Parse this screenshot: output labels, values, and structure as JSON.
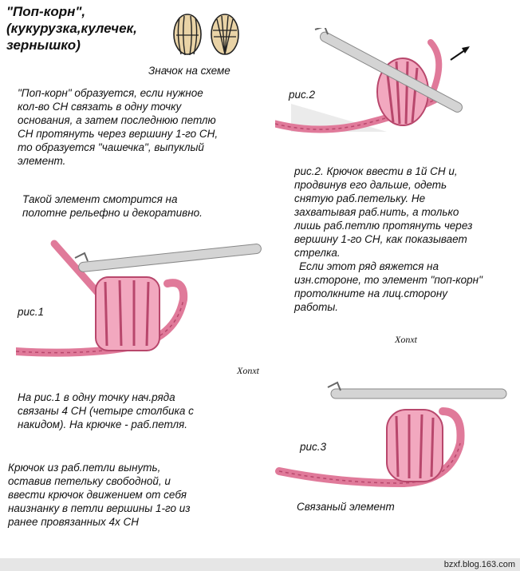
{
  "title": {
    "line1": "\"Поп-корн\",",
    "line2": "(кукурузка,кулечек,",
    "line3": "зернышко)"
  },
  "symbol_caption": "Значок  на схеме",
  "left_text": {
    "p1_l1": "\"Поп-корн\" образуется, если нужное",
    "p1_l2": "кол-во СН связать в одну точку",
    "p1_l3": "основания, а затем последнюю петлю",
    "p1_l4": "СН протянуть через вершину 1-го СН,",
    "p1_l5": "то образуется \"чашечка\", выпуклый",
    "p1_l6": "элемент.",
    "p2_l1": "Такой элемент смотрится на",
    "p2_l2": "полотне рельефно и декоративно.",
    "p3_l1": "На рис.1 в одну точку нач.ряда",
    "p3_l2": "связаны 4 СН (четыре столбика с",
    "p3_l3": "накидом). На крючке - раб.петля.",
    "p4_l1": "Крючок из раб.петли вынуть,",
    "p4_l2": "оставив петельку свободной, и",
    "p4_l3": "ввести крючок движением от себя",
    "p4_l4": "наизнанку в петли вершины 1-го из",
    "p4_l5": "ранее провязанных 4х СН"
  },
  "right_text": {
    "l1": "рис.2.  Крючок ввести в 1й СН и,",
    "l2": "продвинув его дальше, одеть",
    "l3": "снятую раб.петельку. Не",
    "l4": "захватывая раб.нить, а только",
    "l5": "лишь раб.петлю протянуть через",
    "l6": "вершину 1-го СН, как показывает",
    "l7": "стрелка.",
    "l8": "Если этот ряд вяжется на",
    "l9": "изн.стороне, то элемент \"поп-корн\"",
    "l10": "протолкните на лиц.сторону",
    "l11": "работы."
  },
  "figure_labels": {
    "fig1": "рис.1",
    "fig2": "рис.2",
    "fig3": "рис.3",
    "fig3_caption": "Связаный элемент"
  },
  "signatures": {
    "sig1": "Xonxt",
    "sig2": "Xonxt"
  },
  "footer": {
    "site": "bzxf.blog.163.com"
  },
  "colors": {
    "yarn": "#e07a9a",
    "yarn_dark": "#b8476c",
    "hook": "#c8c8c8",
    "footer_bg": "#e6e6e6"
  }
}
